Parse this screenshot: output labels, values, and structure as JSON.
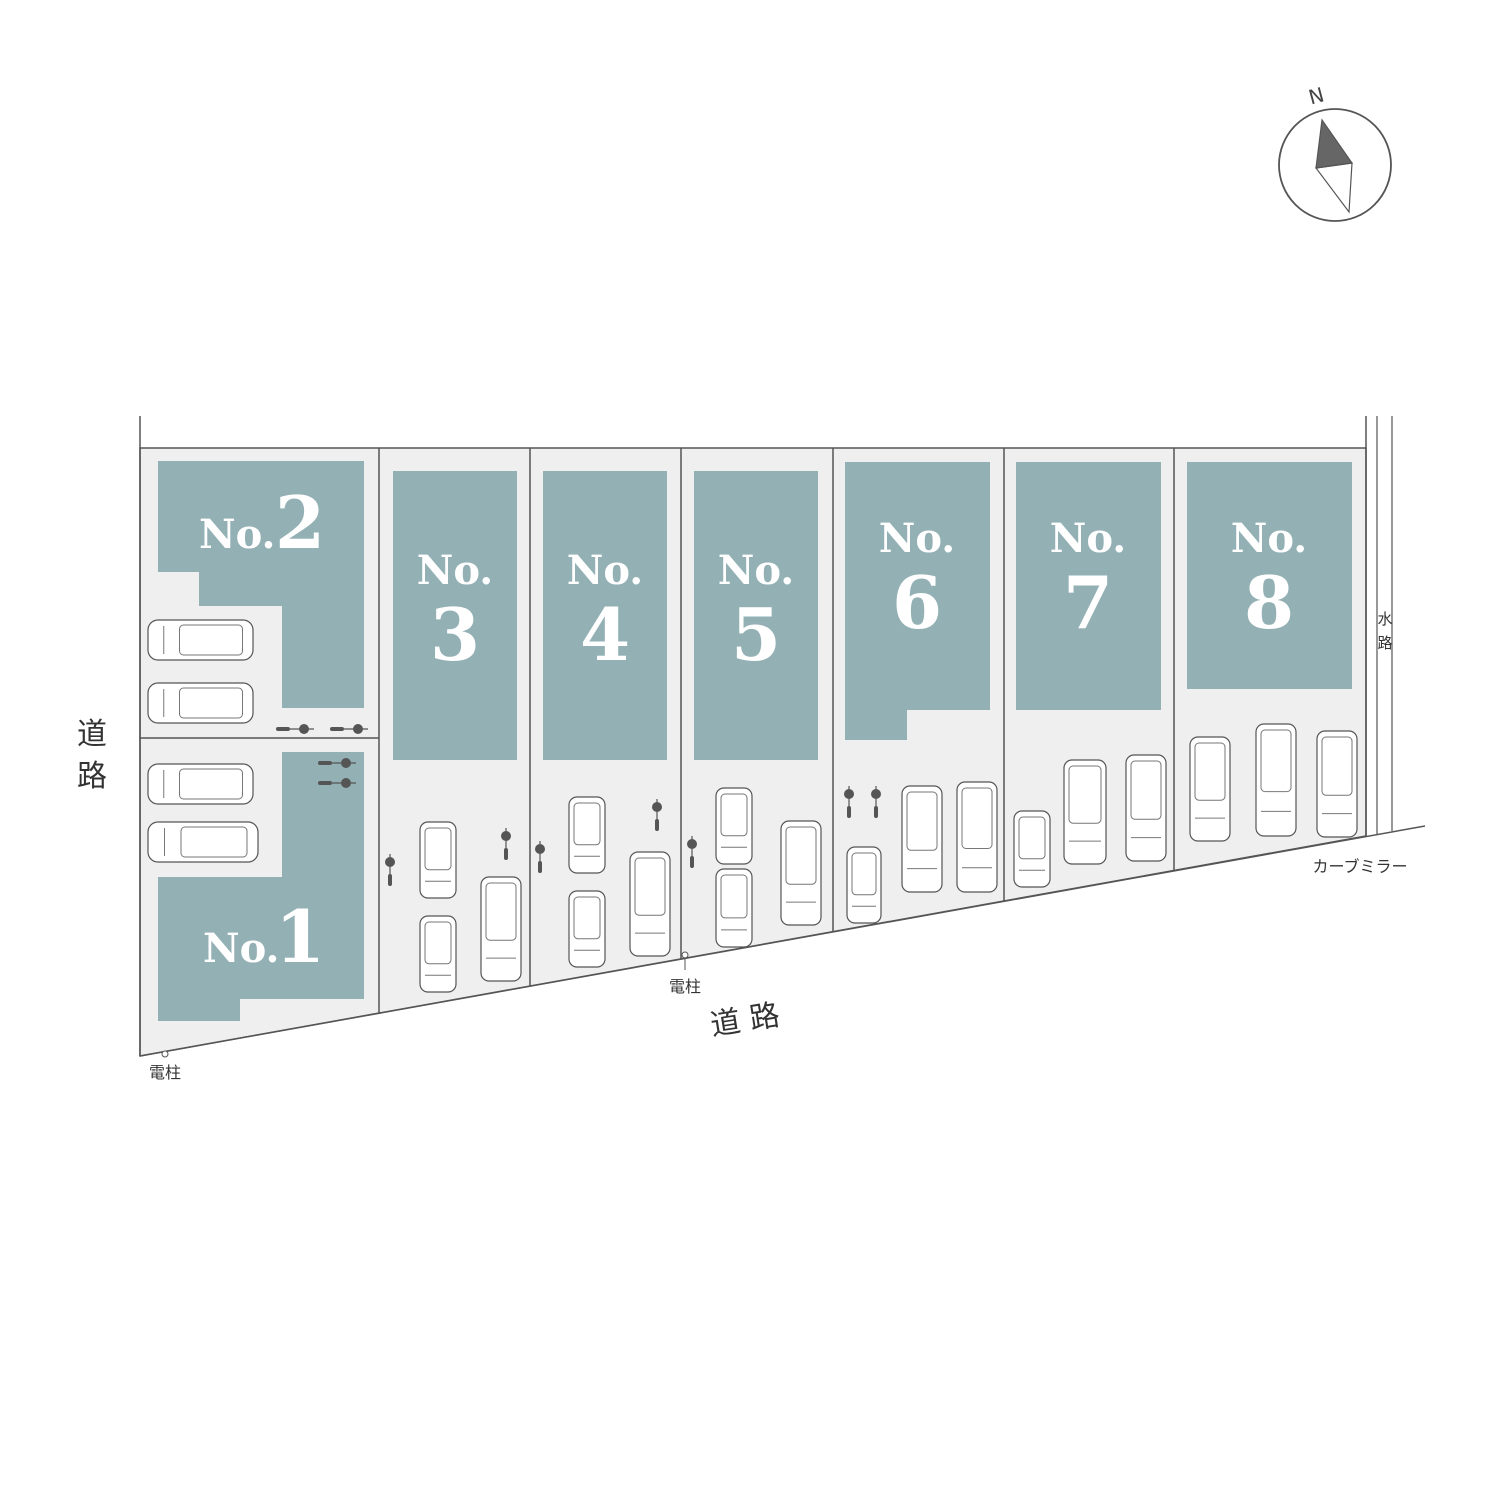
{
  "title": "区画配置図",
  "colors": {
    "building": "#93b1b5",
    "lot": "#efefef",
    "line": "#555555",
    "text": "#333333"
  },
  "compass": {
    "north_label": "N"
  },
  "lots": [
    {
      "prefix": "No.",
      "number": "1"
    },
    {
      "prefix": "No.",
      "number": "2"
    },
    {
      "prefix": "No.",
      "number": "3"
    },
    {
      "prefix": "No.",
      "number": "4"
    },
    {
      "prefix": "No.",
      "number": "5"
    },
    {
      "prefix": "No.",
      "number": "6"
    },
    {
      "prefix": "No.",
      "number": "7"
    },
    {
      "prefix": "No.",
      "number": "8"
    }
  ],
  "labels": {
    "road_west_1": "道",
    "road_west_2": "路",
    "road_south": "道 路",
    "pole_1": "電柱",
    "pole_2": "電柱",
    "waterway_1": "水",
    "waterway_2": "路",
    "curve_mirror": "カーブミラー"
  }
}
